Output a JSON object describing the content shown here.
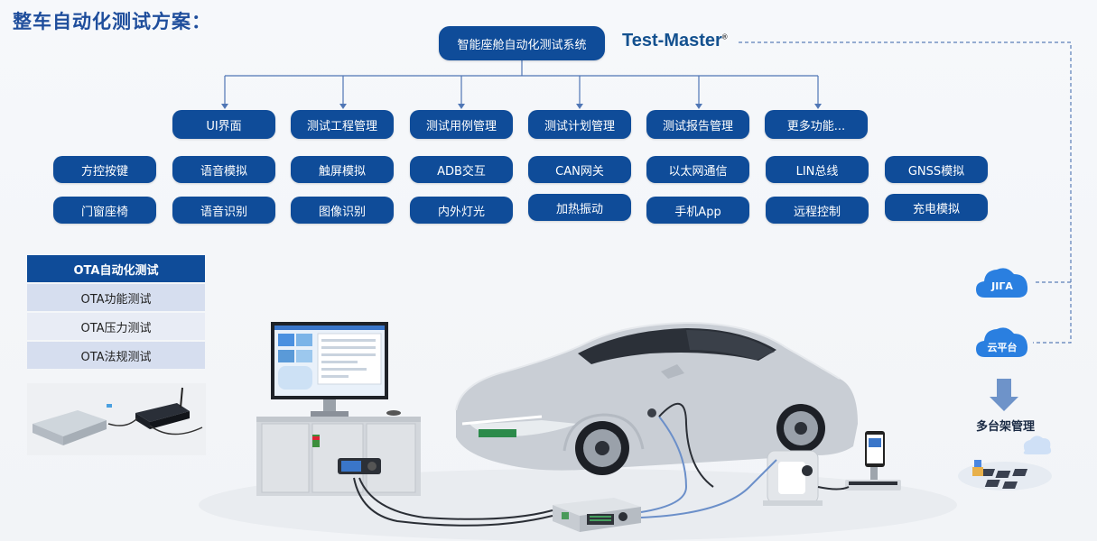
{
  "title": "整车自动化测试方案：",
  "root": {
    "label": "智能座舱自动化测试系统"
  },
  "brand": {
    "part1": "Test-",
    "part2": "Master",
    "mark": "®"
  },
  "categories": [
    {
      "label": "UI界面"
    },
    {
      "label": "测试工程管理"
    },
    {
      "label": "测试用例管理"
    },
    {
      "label": "测试计划管理"
    },
    {
      "label": "测试报告管理"
    },
    {
      "label": "更多功能..."
    }
  ],
  "features_row1": [
    {
      "label": "方控按键"
    },
    {
      "label": "语音模拟"
    },
    {
      "label": "触屏模拟"
    },
    {
      "label": "ADB交互"
    },
    {
      "label": "CAN网关"
    },
    {
      "label": "以太网通信"
    },
    {
      "label": "LIN总线"
    },
    {
      "label": "GNSS模拟"
    }
  ],
  "features_row2": [
    {
      "label": "门窗座椅"
    },
    {
      "label": "语音识别"
    },
    {
      "label": "图像识别"
    },
    {
      "label": "内外灯光"
    },
    {
      "label": "加热振动"
    },
    {
      "label": "手机App"
    },
    {
      "label": "远程控制"
    },
    {
      "label": "充电模拟"
    }
  ],
  "ota": {
    "header": "OTA自动化测试",
    "items": [
      {
        "label": "OTA功能测试"
      },
      {
        "label": "OTA压力测试"
      },
      {
        "label": "OTA法规测试"
      }
    ]
  },
  "cloud_jira": {
    "label": "JIГA"
  },
  "cloud_platform": {
    "label": "云平台"
  },
  "multi_rack": {
    "label": "多台架管理"
  },
  "colors": {
    "primary": "#0f4c99",
    "title": "#1f4e9c",
    "ota_row": "#d6deef",
    "cloud": "#2a7fe0",
    "dash": "#5b7fb8"
  }
}
